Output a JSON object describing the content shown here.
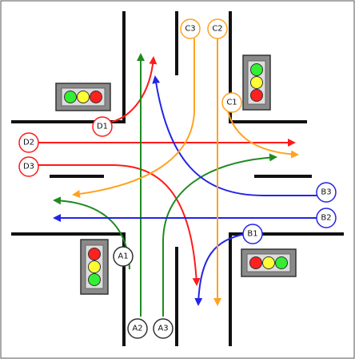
{
  "colors": {
    "red": "#ff1a1a",
    "green": "#1f8a1f",
    "blue": "#2424e6",
    "orange": "#ffa21f",
    "road": "#111111",
    "housing": "#8a8a8a",
    "lamp_red": "#ff2020",
    "lamp_yellow": "#ffff33",
    "lamp_green": "#33ee33"
  },
  "labels": {
    "a1": "A1",
    "a2": "A2",
    "a3": "A3",
    "b1": "B1",
    "b2": "B2",
    "b3": "B3",
    "c2": "C2",
    "c3": "C3",
    "d1": "D1",
    "d2": "D2",
    "d3": "D3"
  },
  "traffic_lights": [
    {
      "id": "north-west",
      "orientation": "horizontal",
      "lamps": [
        "green",
        "yellow",
        "red"
      ]
    },
    {
      "id": "north-east",
      "orientation": "vertical",
      "lamps": [
        "green",
        "yellow",
        "red"
      ]
    },
    {
      "id": "south-west",
      "orientation": "vertical",
      "lamps": [
        "red",
        "yellow",
        "green"
      ]
    },
    {
      "id": "south-east",
      "orientation": "horizontal",
      "lamps": [
        "red",
        "yellow",
        "green"
      ]
    }
  ]
}
